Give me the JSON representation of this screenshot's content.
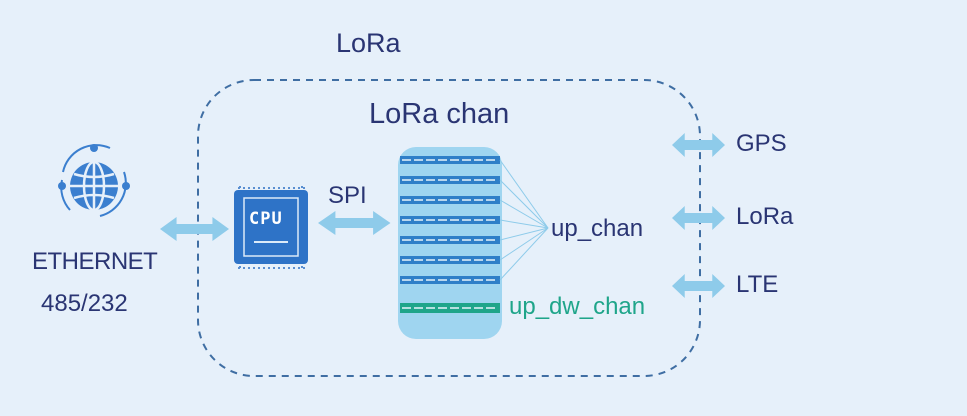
{
  "diagram": {
    "outer_label": "LoRa",
    "inner_label": "LoRa chan",
    "left_labels": {
      "ethernet": "ETHERNET",
      "serial": "485/232"
    },
    "cpu_label": "CPU",
    "link_label": "SPI",
    "channel_labels": {
      "up": "up_chan",
      "up_down": "up_dw_chan"
    },
    "right_ports": [
      "GPS",
      "LoRa",
      "LTE"
    ],
    "colors": {
      "background": "#e6f0fa",
      "dashed_border": "#3f6ea3",
      "text": "#2a3573",
      "arrow": "#8ecbea",
      "cpu": "#2e73c7",
      "channel_stack": "#9fd5f0",
      "channel_row": "#2f7fc8",
      "up_down_channel": "#1fa58a",
      "globe_icon": "#3b7fcf"
    }
  }
}
